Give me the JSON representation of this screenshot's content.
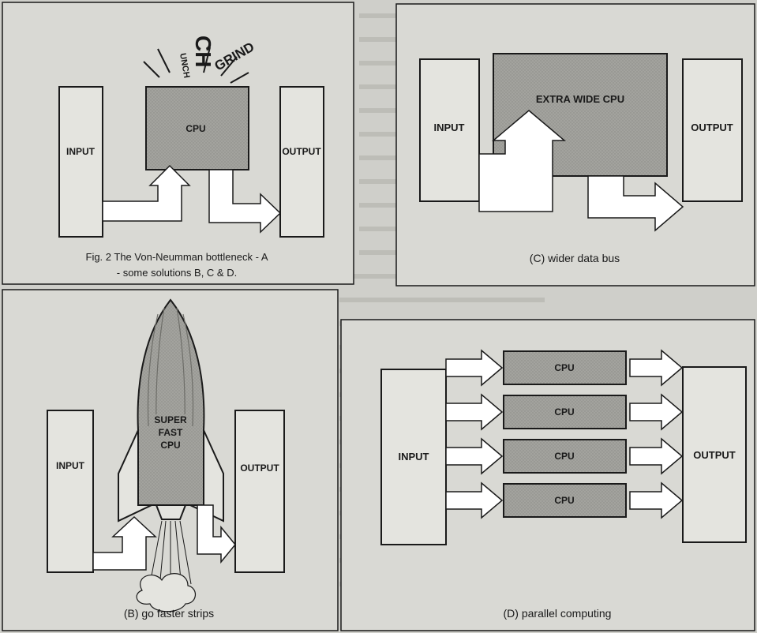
{
  "panel_a": {
    "input_label": "INPUT",
    "cpu_label": "CPU",
    "output_label": "OUTPUT",
    "sound_1": "CH",
    "sound_2": "UNCH",
    "sound_3": "GRIND",
    "caption_line1": "Fig. 2 The Von-Neumman bottleneck - A",
    "caption_line2": "- some solutions B, C & D."
  },
  "panel_b": {
    "input_label": "INPUT",
    "cpu_line1": "SUPER",
    "cpu_line2": "FAST",
    "cpu_line3": "CPU",
    "output_label": "OUTPUT",
    "caption": "(B) go faster strips"
  },
  "panel_c": {
    "input_label": "INPUT",
    "cpu_label": "EXTRA WIDE CPU",
    "output_label": "OUTPUT",
    "caption": "(C) wider data bus"
  },
  "panel_d": {
    "input_label": "INPUT",
    "cpus": [
      "CPU",
      "CPU",
      "CPU",
      "CPU"
    ],
    "output_label": "OUTPUT",
    "caption": "(D) parallel computing"
  },
  "colors": {
    "page": "#cfcfca",
    "panel_bg": "#d9d9d4",
    "box_fill": "#e4e4df",
    "cpu_fill": "#9a9a95",
    "ink": "#1a1a1a"
  }
}
